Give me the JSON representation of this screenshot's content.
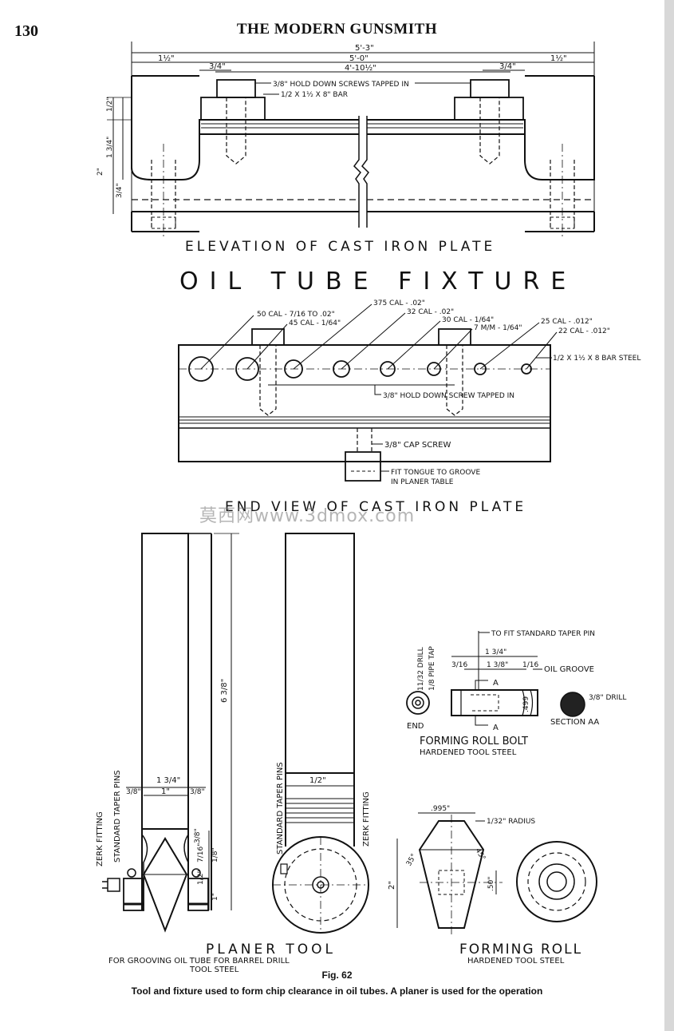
{
  "header": {
    "page_number": "130",
    "running_title": "THE MODERN GUNSMITH"
  },
  "elevation": {
    "dims": {
      "overall": "5'-3\"",
      "inner": "5'-0\"",
      "span": "4'-10½\"",
      "end_left": "1½\"",
      "end_right": "1½\"",
      "off_left": "3/4\"",
      "off_right": "3/4\"",
      "h_half": "1/2\"",
      "h_134": "1 3/4\"",
      "h_2": "2\"",
      "h_34": "3/4\""
    },
    "notes": {
      "screws": "3/8\" HOLD DOWN SCREWS TAPPED IN",
      "bar": "1/2 X 1½ X 8\" BAR"
    },
    "title": "ELEVATION OF CAST IRON PLATE"
  },
  "fixture_title": "OIL TUBE FIXTURE",
  "end_view": {
    "holes": [
      {
        "label": "50 CAL - 7/16 TO .02\""
      },
      {
        "label": "45 CAL - 1/64\""
      },
      {
        "label": "375 CAL - .02\""
      },
      {
        "label": "32 CAL - .02\""
      },
      {
        "label": "30 CAL - 1/64\""
      },
      {
        "label": "7 M/M - 1/64\""
      },
      {
        "label": "25 CAL - .012\""
      },
      {
        "label": "22 CAL - .012\""
      }
    ],
    "bar_steel": "1/2 X 1½ X 8 BAR STEEL",
    "hold_down": "3/8\" HOLD DOWN SCREW TAPPED IN",
    "cap_screw": "3/8\" CAP SCREW",
    "tongue_1": "FIT TONGUE TO GROOVE",
    "tongue_2": "IN PLANER TABLE",
    "title": "END VIEW OF CAST IRON PLATE"
  },
  "watermark": "莫西网www.3dmox.com",
  "planer_tool": {
    "labels": {
      "zerk": "ZERK FITTING",
      "pins": "STANDARD TAPER PINS",
      "length": "6 3/8\"",
      "w_134": "1 3/4\"",
      "w_1": "1\"",
      "w_38a": "3/8\"",
      "w_38b": "3/8\"",
      "w_half": "1/2\"",
      "h_38": "3/8\"",
      "h_716": "7/16\"",
      "h_18": "1/8\"",
      "h_half": "1/2\"",
      "h_1": "1\""
    },
    "title": "PLANER TOOL",
    "sub_1": "FOR GROOVING OIL TUBE FOR BARREL DRILL",
    "sub_2": "TOOL STEEL"
  },
  "roll_bolt": {
    "labels": {
      "tap_1": "11/32 DRILL",
      "tap_2": "1/8 PIPE TAP",
      "taper_pin": "TO FIT STANDARD TAPER PIN",
      "d_134": "1 3/4\"",
      "d_138": "1 3/8\"",
      "d_316": "3/16",
      "d_116": "1/16",
      "oil_groove": "OIL GROOVE",
      "drill": "3/8\" DRILL",
      "d_499": ".499",
      "end": "END",
      "section": "SECTION AA",
      "a": "A"
    },
    "title": "FORMING ROLL BOLT",
    "sub": "HARDENED TOOL STEEL"
  },
  "forming_roll": {
    "labels": {
      "width": ".995\"",
      "radius": "1/32\" RADIUS",
      "angle_35": "35°",
      "angle_45": "45°",
      "height": "2\"",
      "d_50": ".50\""
    },
    "title": "FORMING ROLL",
    "sub": "HARDENED TOOL STEEL"
  },
  "caption": {
    "fig": "Fig. 62",
    "text": "Tool and fixture used to form chip clearance in oil tubes.  A planer is used for the operation"
  }
}
